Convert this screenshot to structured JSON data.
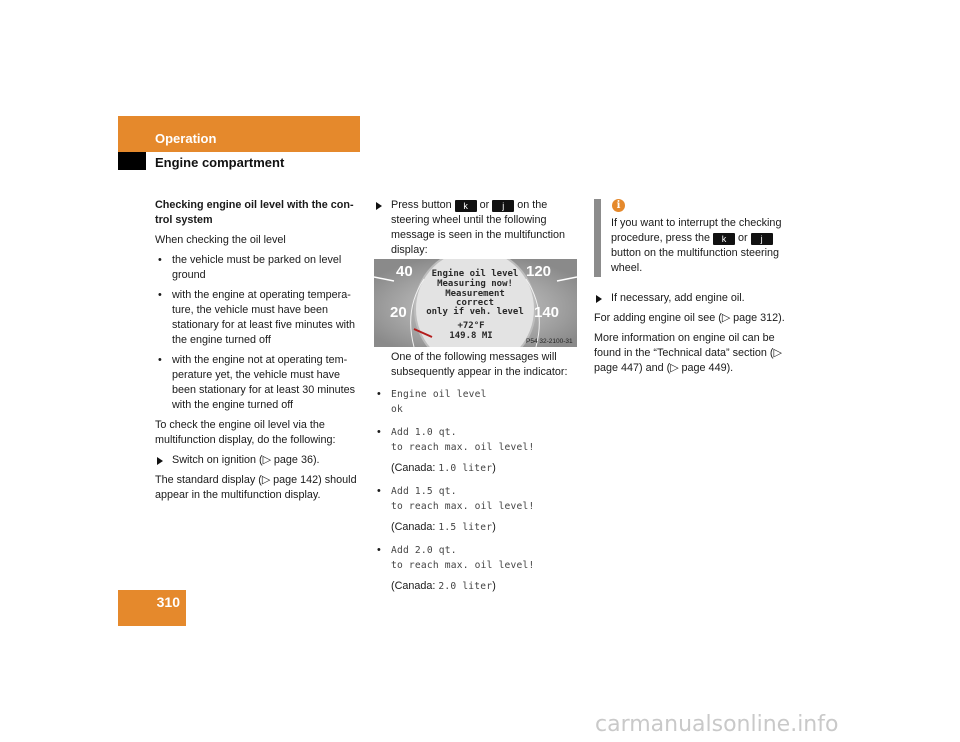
{
  "header": {
    "section": "Operation",
    "subsection": "Engine compartment"
  },
  "page_number": "310",
  "col1": {
    "heading": "Checking engine oil level with the con-trol system",
    "intro": "When checking the oil level",
    "bullets": [
      "the vehicle must be parked on level ground",
      "with the engine at operating tempera-ture, the vehicle must have been stationary for at least five minutes with the engine turned off",
      "with the engine not at operating tem-perature yet, the vehicle must have been stationary for at least 30 minutes with the engine turned off"
    ],
    "check_text": "To check the engine oil level via the multifunction display, do the following:",
    "step": "Switch on ignition (▷ page 36).",
    "standard_text": "The standard display (▷ page 142) should appear in the multifunction display."
  },
  "col2": {
    "step_pre": "Press button",
    "key_up": "k",
    "or": "or",
    "key_down": "j",
    "step_post": "on the steering wheel until the following message is seen in the multifunction display:",
    "display": {
      "left_top": "40",
      "left_bottom": "20",
      "right_top": "120",
      "right_bottom": "140",
      "lines": [
        "Engine oil level",
        "Measuring now!",
        "Measurement",
        "correct",
        "only if veh. level"
      ],
      "temp": "+72°F",
      "odo": "149.8 MI",
      "code": "P54 32-2100-31"
    },
    "messages_intro": "One of the following messages will subsequently appear in the indicator:",
    "messages": [
      {
        "line1": "Engine oil level",
        "line2": "ok"
      },
      {
        "line1": "Add 1.0 qt.",
        "line2": "to reach max. oil level!",
        "canada_label": "(Canada:",
        "canada_value": "1.0 liter",
        "canada_close": ")"
      },
      {
        "line1": "Add 1.5 qt.",
        "line2": "to reach max. oil level!",
        "canada_label": "(Canada:",
        "canada_value": "1.5 liter",
        "canada_close": ")"
      },
      {
        "line1": "Add 2.0 qt.",
        "line2": "to reach max. oil level!",
        "canada_label": "(Canada:",
        "canada_value": "2.0 liter",
        "canada_close": ")"
      }
    ]
  },
  "col3": {
    "info_icon": "i",
    "info_pre": "If you want to interrupt the checking procedure, press the",
    "info_or": "or",
    "info_post": "button on the multifunction steering wheel.",
    "step": "If necessary, add engine oil.",
    "adding": "For adding engine oil see (▷ page 312).",
    "more": "More information on engine oil can be found in the “Technical data” section (▷ page 447) and (▷ page 449)."
  },
  "watermark": "carmanualsonline.info",
  "colors": {
    "accent": "#e5892c"
  }
}
